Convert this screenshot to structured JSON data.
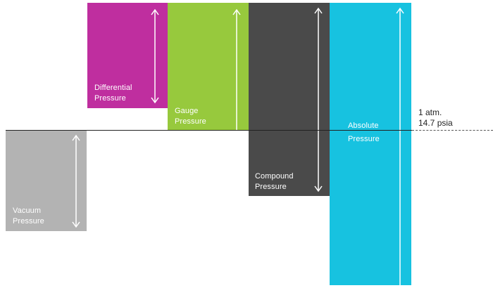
{
  "reference": {
    "line1": "1 atm.",
    "line2": "14.7 psia"
  },
  "blocks": {
    "vacuum": {
      "line1": "Vacuum",
      "line2": "Pressure",
      "color": "#b3b3b3"
    },
    "differential": {
      "line1": "Differential",
      "line2": "Pressure",
      "color": "#bf2e9f"
    },
    "gauge": {
      "line1": "Gauge",
      "line2": "Pressure",
      "color": "#97c93d"
    },
    "compound": {
      "line1": "Compound",
      "line2": "Pressure",
      "color": "#4a4a4a"
    },
    "absolute": {
      "line1": "Absolute",
      "line2": "Pressure",
      "color": "#17c2e0"
    }
  }
}
